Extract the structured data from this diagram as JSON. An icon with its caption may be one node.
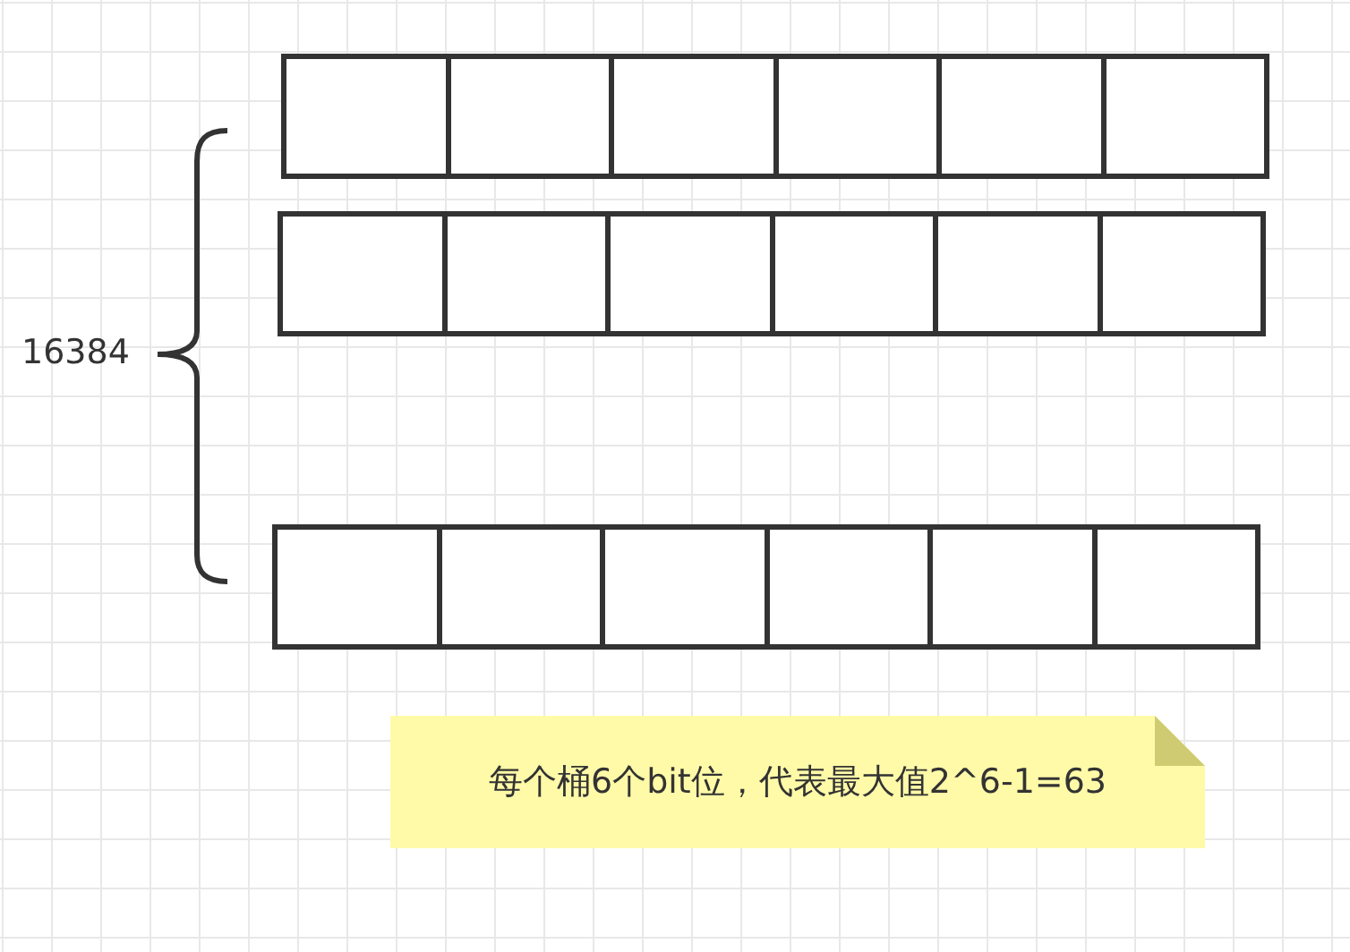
{
  "diagram": {
    "nodes": [
      {
        "text": [],
        "shape": "box"
      },
      {
        "text": [],
        "shape": "box"
      },
      {
        "text": [],
        "shape": "box"
      },
      {
        "text": [],
        "shape": "box"
      },
      {
        "text": [],
        "shape": "box"
      },
      {
        "text": [],
        "shape": "box"
      },
      {
        "text": [],
        "shape": "box"
      },
      {
        "text": [],
        "shape": "box"
      },
      {
        "text": [],
        "shape": "box"
      },
      {
        "text": [],
        "shape": "box"
      },
      {
        "text": [],
        "shape": "box"
      },
      {
        "text": [],
        "shape": "box"
      },
      {
        "text": [],
        "shape": "box"
      },
      {
        "text": [],
        "shape": "box"
      },
      {
        "text": [],
        "shape": "box"
      },
      {
        "text": [],
        "shape": "box"
      },
      {
        "text": [],
        "shape": "box"
      },
      {
        "text": [],
        "shape": "box"
      },
      {
        "text": [
          "每个桶6个bit位，代表最大值2^6-1=63"
        ]
      }
    ],
    "labels": [
      "16384"
    ]
  }
}
